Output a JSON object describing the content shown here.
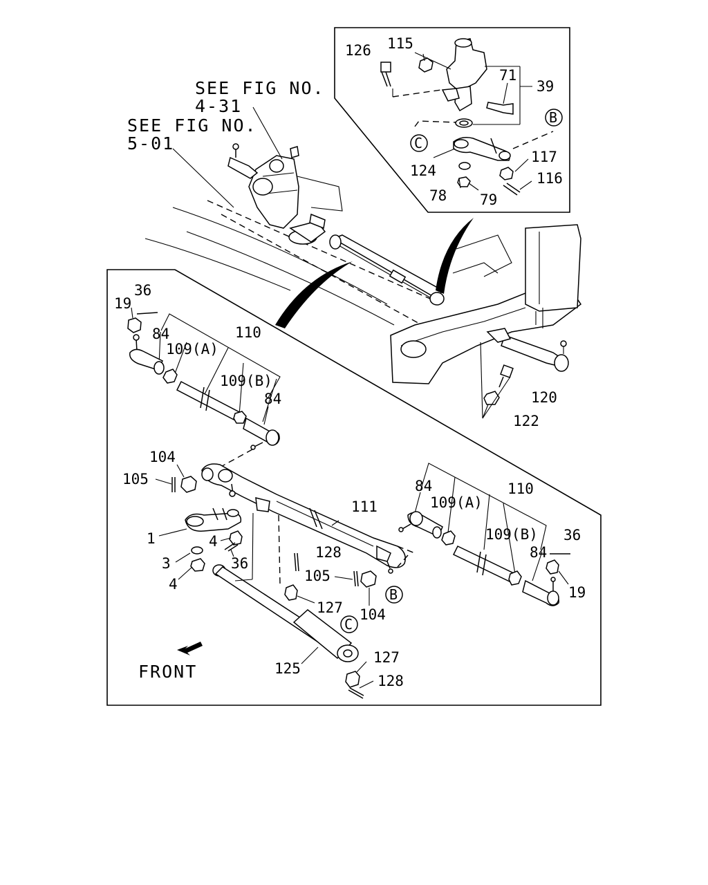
{
  "references": {
    "fig_4_31_line1": "SEE FIG NO.",
    "fig_4_31_line2": "4-31",
    "fig_5_01_line1": "SEE FIG NO.",
    "fig_5_01_line2": "5-01"
  },
  "detail_callouts": {
    "B": "B",
    "C": "C"
  },
  "front_label": "FRONT",
  "part_numbers": {
    "p126": "126",
    "p115": "115",
    "p71": "71",
    "p39": "39",
    "p117": "117",
    "p116": "116",
    "p124": "124",
    "p78": "78",
    "p79": "79",
    "p120": "120",
    "p122": "122",
    "p19_left": "19",
    "p36_left": "36",
    "p84_left_a": "84",
    "p110_left": "110",
    "p109a_left": "109(A)",
    "p109b_left": "109(B)",
    "p84_left_b": "84",
    "p104_left": "104",
    "p105_left": "105",
    "p111": "111",
    "p1": "1",
    "p4_a": "4",
    "p3": "3",
    "p36_mid": "36",
    "p4_b": "4",
    "p128_mid": "128",
    "p105_mid": "105",
    "p104_mid": "104",
    "p127_mid": "127",
    "p125": "125",
    "p127_low": "127",
    "p128_low": "128",
    "p84_right_a": "84",
    "p109a_right": "109(A)",
    "p110_right": "110",
    "p109b_right": "109(B)",
    "p36_right": "36",
    "p84_right_b": "84",
    "p19_right": "19"
  },
  "colors": {
    "ink": "#000000",
    "paper": "#ffffff"
  }
}
